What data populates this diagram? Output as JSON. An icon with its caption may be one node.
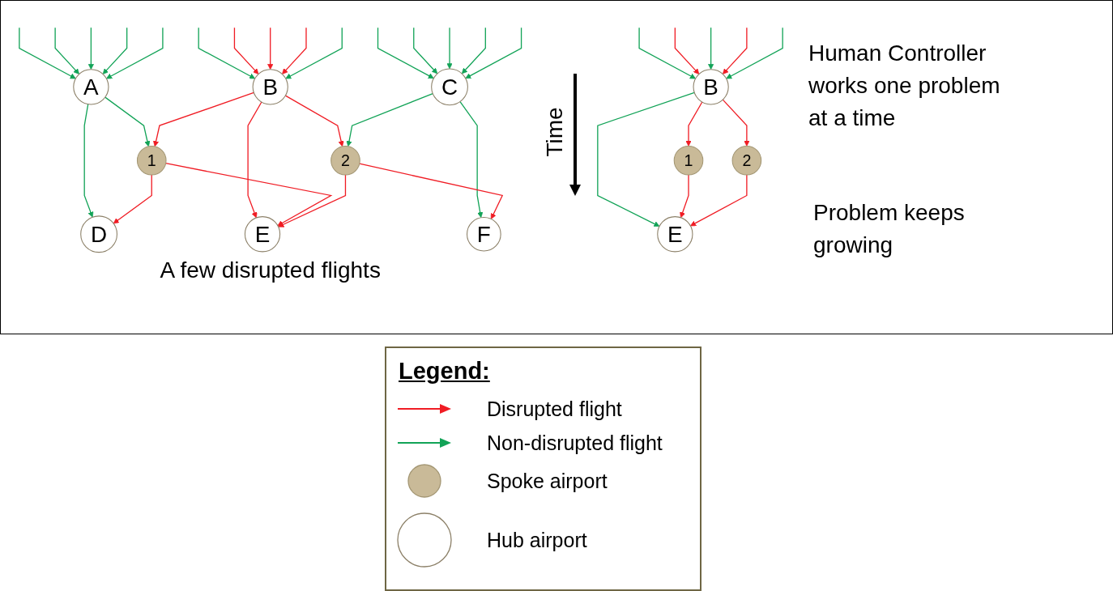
{
  "diagram": {
    "nodes": [
      {
        "text": [
          "A"
        ]
      },
      {
        "text": [
          "B"
        ]
      },
      {
        "text": [
          "C"
        ]
      },
      {
        "text": [
          "1"
        ]
      },
      {
        "text": [
          "2"
        ]
      },
      {
        "text": [
          "D"
        ]
      },
      {
        "text": [
          "E"
        ]
      },
      {
        "text": [
          "F"
        ]
      },
      {
        "text": [
          "B"
        ]
      },
      {
        "text": [
          "1"
        ]
      },
      {
        "text": [
          "2"
        ]
      },
      {
        "text": [
          "E"
        ]
      }
    ],
    "edges": [
      {
        "from": null,
        "to": 0,
        "arrow": "to"
      },
      {
        "from": null,
        "to": 0,
        "arrow": "to"
      },
      {
        "from": null,
        "to": 0,
        "arrow": "to"
      },
      {
        "from": null,
        "to": 0,
        "arrow": "to"
      },
      {
        "from": null,
        "to": 0,
        "arrow": "to"
      },
      {
        "from": null,
        "to": 1,
        "arrow": "to"
      },
      {
        "from": null,
        "to": 1,
        "arrow": "to"
      },
      {
        "from": null,
        "to": 1,
        "arrow": "to",
        "color": "#f01c24"
      },
      {
        "from": null,
        "to": 1,
        "arrow": "to",
        "color": "#f01c24"
      },
      {
        "from": null,
        "to": 1,
        "arrow": "to",
        "color": "#f01c24"
      },
      {
        "from": null,
        "to": 2,
        "arrow": "to"
      },
      {
        "from": null,
        "to": 2,
        "arrow": "to"
      },
      {
        "from": null,
        "to": 2,
        "arrow": "to"
      },
      {
        "from": null,
        "to": 2,
        "arrow": "to"
      },
      {
        "from": null,
        "to": 2,
        "arrow": "to"
      },
      {
        "from": 0,
        "to": 3,
        "arrow": "to"
      },
      {
        "from": 0,
        "to": 5,
        "arrow": "to"
      },
      {
        "from": 1,
        "to": 3,
        "arrow": "to",
        "color": "#f01c24"
      },
      {
        "from": 1,
        "to": 6,
        "arrow": "to",
        "color": "#f01c24"
      },
      {
        "from": 1,
        "to": 4,
        "arrow": "to",
        "color": "#f01c24"
      },
      {
        "from": 2,
        "to": 4,
        "arrow": "to"
      },
      {
        "from": 2,
        "to": 7,
        "arrow": "to"
      },
      {
        "from": 3,
        "to": 5,
        "arrow": "to",
        "color": "#f01c24"
      },
      {
        "from": 3,
        "to": 6,
        "arrow": "to",
        "color": "#f01c24"
      },
      {
        "from": 4,
        "to": 6,
        "arrow": "to",
        "color": "#f01c24"
      },
      {
        "from": 4,
        "to": 7,
        "arrow": "to",
        "color": "#f01c24"
      },
      {
        "from": null,
        "to": 8,
        "arrow": "to"
      },
      {
        "from": null,
        "to": 8,
        "arrow": "to"
      },
      {
        "from": null,
        "to": 8,
        "arrow": "to",
        "color": "#f01c24"
      },
      {
        "from": null,
        "to": 8,
        "arrow": "to",
        "color": "#f01c24"
      },
      {
        "from": null,
        "to": 8,
        "arrow": "to"
      },
      {
        "from": 8,
        "to": 9,
        "arrow": "to",
        "color": "#f01c24"
      },
      {
        "from": 8,
        "to": 11,
        "arrow": "to"
      },
      {
        "from": 8,
        "to": 10,
        "arrow": "to",
        "color": "#f01c24"
      },
      {
        "from": 9,
        "to": 11,
        "arrow": "to",
        "color": "#f01c24"
      },
      {
        "from": 10,
        "to": 11,
        "arrow": "to",
        "color": "#f01c24"
      }
    ],
    "labels": [
      "Human Controller works one problem at a time",
      "Time",
      "Problem keeps growing",
      "A few disrupted flights",
      "Legend:"
    ],
    "legend": [
      {
        "text": "Disrupted flight"
      },
      {
        "text": "Non-disrupted flight"
      },
      {
        "text": "Spoke airport"
      },
      {
        "text": "Hub airport"
      }
    ]
  }
}
